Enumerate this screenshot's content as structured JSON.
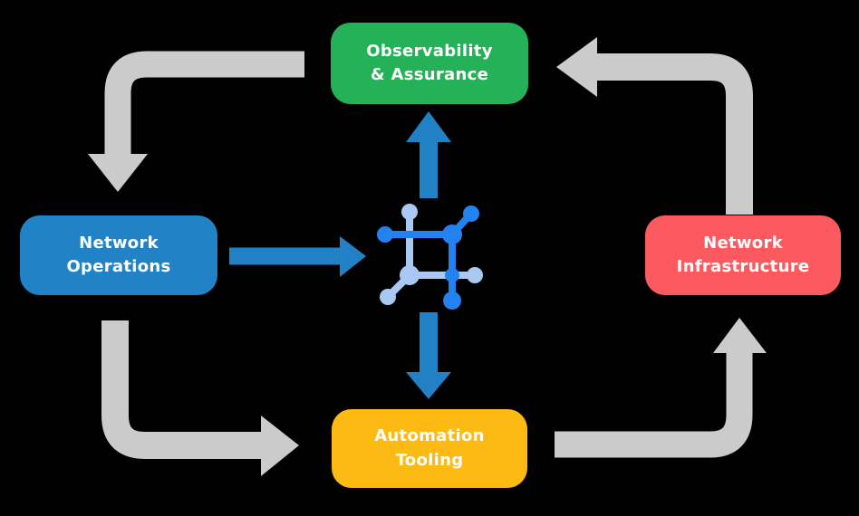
{
  "diagram": {
    "title": "",
    "background": "#000000",
    "nodes": [
      {
        "id": "observability-assurance",
        "label": "Observability & Assurance",
        "color": "#25b157",
        "position": "top"
      },
      {
        "id": "network-operations",
        "label": "Network Operations",
        "color": "#2183c6",
        "position": "left"
      },
      {
        "id": "network-infrastructure",
        "label": "Network Infrastructure",
        "color": "#fd5a5f",
        "position": "right"
      },
      {
        "id": "automation-tooling",
        "label": "Automation Tooling",
        "color": "#fdba12",
        "position": "bottom"
      }
    ],
    "center_icon": {
      "name": "network-automation-icon",
      "dark_color": "#2382f0",
      "light_color": "#a9c9f2"
    },
    "arrows": {
      "outer_color": "#cbcbcb",
      "inner_color": "#2181c4",
      "outer_flow": [
        "observability-assurance to network-operations",
        "network-operations to automation-tooling",
        "automation-tooling to network-infrastructure",
        "network-infrastructure to observability-assurance"
      ],
      "inner_flow": [
        "network-operations to center",
        "center to observability-assurance",
        "center to automation-tooling"
      ]
    }
  }
}
